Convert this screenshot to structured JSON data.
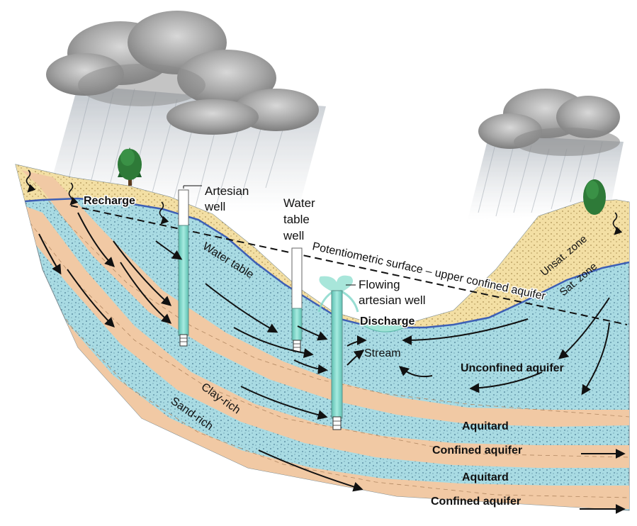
{
  "labels": {
    "recharge": "Recharge",
    "artesian_well_line1": "Artesian",
    "artesian_well_line2": "well",
    "water_table_well_line1": "Water",
    "water_table_well_line2": "table",
    "water_table_well_line3": "well",
    "flowing_artesian_line1": "Flowing",
    "flowing_artesian_line2": "artesian well",
    "water_table": "Water table",
    "potentiometric_surface": "Potentiometric surface – upper confined aquifer",
    "unsat_zone": "Unsat. zone",
    "sat_zone": "Sat. zone",
    "discharge": "Discharge",
    "stream": "Stream",
    "unconfined_aquifer": "Unconfined aquifer",
    "clay_rich": "Clay-rich",
    "sand_rich": "Sand-rich",
    "aquitard_upper": "Aquitard",
    "confined_aquifer_upper": "Confined aquifer",
    "aquitard_lower": "Aquitard",
    "confined_aquifer_lower": "Confined aquifer"
  },
  "colors": {
    "aquifer": "#a9dbe3",
    "aquitard": "#f1c9a4",
    "unsaturated": "#f3dfa4",
    "water_table_line": "#3d5fb5",
    "well": "#7fd6c8",
    "cloud": "#9a9a9a",
    "tree": "#1f5e2a"
  }
}
